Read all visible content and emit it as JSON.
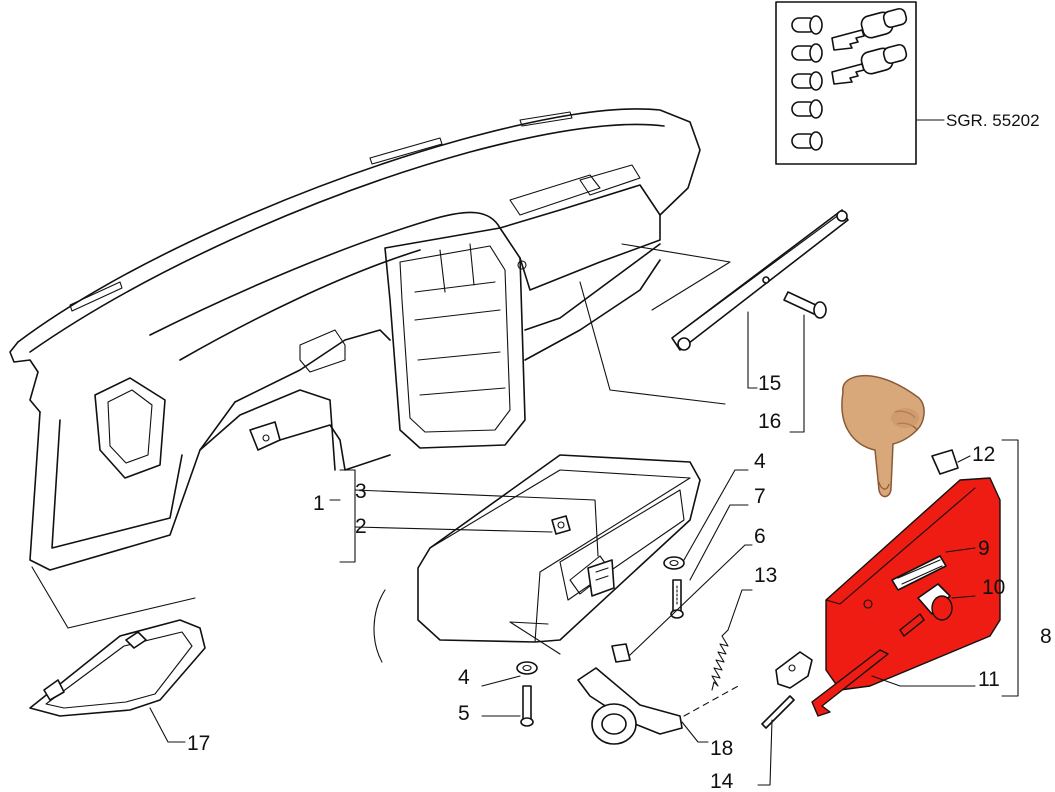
{
  "reference_box": {
    "code": "SGR. 55202"
  },
  "callouts": [
    {
      "id": "c1",
      "text": "1"
    },
    {
      "id": "c2",
      "text": "2"
    },
    {
      "id": "c3",
      "text": "3"
    },
    {
      "id": "c4a",
      "text": "4"
    },
    {
      "id": "c4b",
      "text": "4"
    },
    {
      "id": "c5",
      "text": "5"
    },
    {
      "id": "c6",
      "text": "6"
    },
    {
      "id": "c7",
      "text": "7"
    },
    {
      "id": "c8",
      "text": "8"
    },
    {
      "id": "c9",
      "text": "9"
    },
    {
      "id": "c10",
      "text": "10"
    },
    {
      "id": "c11",
      "text": "11"
    },
    {
      "id": "c12",
      "text": "12"
    },
    {
      "id": "c13",
      "text": "13"
    },
    {
      "id": "c14",
      "text": "14"
    },
    {
      "id": "c15",
      "text": "15"
    },
    {
      "id": "c16",
      "text": "16"
    },
    {
      "id": "c17",
      "text": "17"
    },
    {
      "id": "c18",
      "text": "18"
    }
  ],
  "highlight": {
    "part": "9",
    "color": "#ee1c12"
  },
  "pointer": {
    "icon": "pointing-hand-icon"
  }
}
